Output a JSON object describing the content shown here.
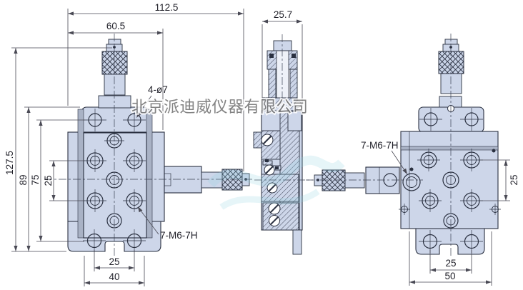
{
  "drawing": {
    "type": "engineering-three-view",
    "watermark": "北京派迪威仪器有限公司",
    "colors": {
      "body_fill": "#cdd6e9",
      "outline": "#2a3040",
      "hatch_line": "#3a4052",
      "gray_strip": "#a9b2c5",
      "dim_line": "#4a4a55",
      "dim_text": "#1f1f28",
      "watermark_gray": "#6e6e6e",
      "watermark_cyan": "#8fd2e0"
    },
    "dims": {
      "front_total_width": "112.5",
      "front_body_width": "60.5",
      "side_width": "25.7",
      "front_total_height": "127.5",
      "front_body_height": "89",
      "front_hole_span": "75",
      "front_hole_pitch_v": "25",
      "front_hole_pitch_b": "25",
      "front_base_span": "40",
      "back_hole_pitch_r": "25",
      "back_hole_pitch_b": "25",
      "back_base_span": "50"
    },
    "labels": {
      "front_corner_holes": "4-ø7",
      "front_thread_holes": "7-M6-7H",
      "back_thread_holes": "7-M6-7H"
    }
  }
}
